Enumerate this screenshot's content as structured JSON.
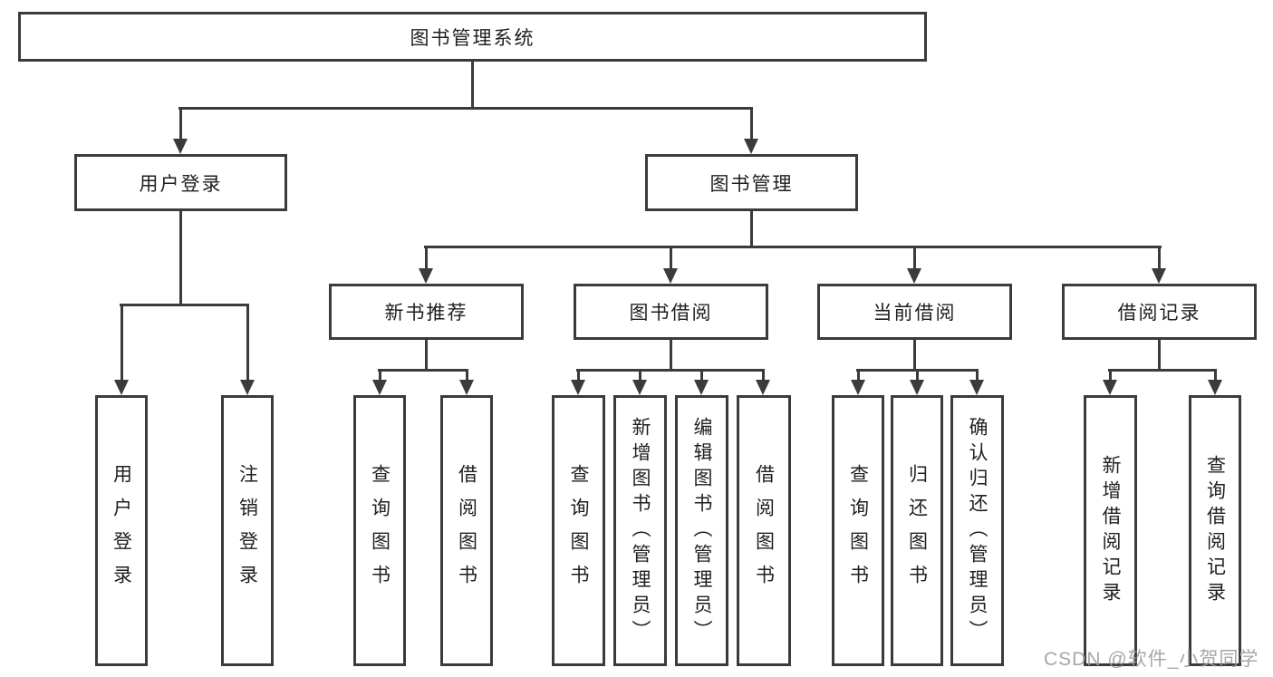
{
  "diagram_title": "图书管理系统",
  "tree": {
    "root": "图书管理系统",
    "user_branch": {
      "label": "用户登录",
      "children": [
        "用户登录",
        "注销登录"
      ]
    },
    "mgmt_branch": {
      "label": "图书管理",
      "groups": [
        {
          "label": "新书推荐",
          "children": [
            "查询图书",
            "借阅图书"
          ]
        },
        {
          "label": "图书借阅",
          "children": [
            "查询图书",
            "新增图书（管理员）",
            "编辑图书（管理员）",
            "借阅图书"
          ]
        },
        {
          "label": "当前借阅",
          "children": [
            "查询图书",
            "归还图书",
            "确认归还（管理员）"
          ]
        },
        {
          "label": "借阅记录",
          "children": [
            "新增借阅记录",
            "查询借阅记录"
          ]
        }
      ]
    }
  },
  "watermark": {
    "text": "CSDN @软件_小贺同学"
  },
  "colors": {
    "line": "#3b3b3b",
    "text": "#1f1f1f",
    "watermark": "#9e9e9e",
    "background": "#ffffff"
  }
}
